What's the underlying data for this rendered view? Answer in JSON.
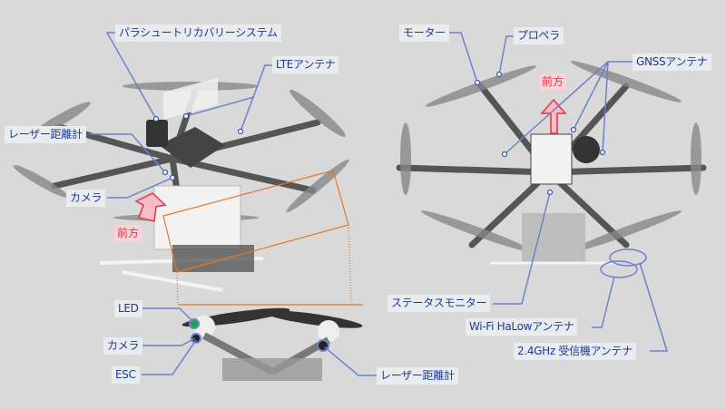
{
  "left_view": {
    "labels": {
      "parachute": "パラシュートリカバリーシステム",
      "lte_antenna": "LTEアンテナ",
      "laser_rangefinder": "レーザー距離計",
      "camera": "カメラ",
      "forward": "前方"
    }
  },
  "inset_view": {
    "labels": {
      "led": "LED",
      "camera": "カメラ",
      "esc": "ESC",
      "laser_rangefinder": "レーザー距離計"
    }
  },
  "right_view": {
    "labels": {
      "motor": "モーター",
      "propeller": "プロペラ",
      "gnss_antenna": "GNSSアンテナ",
      "forward": "前方",
      "status_monitor": "ステータスモニター",
      "wifi_halow_antenna": "Wi-Fi HaLowアンテナ",
      "receiver_antenna": "2.4GHz 受信機アンテナ"
    }
  },
  "colors": {
    "label_text": "#1f3a93",
    "leader_line": "#6d82cc",
    "forward_text": "#e0344a",
    "forward_bg": "#f8d3d7",
    "inset_frame": "#e07a2a"
  }
}
